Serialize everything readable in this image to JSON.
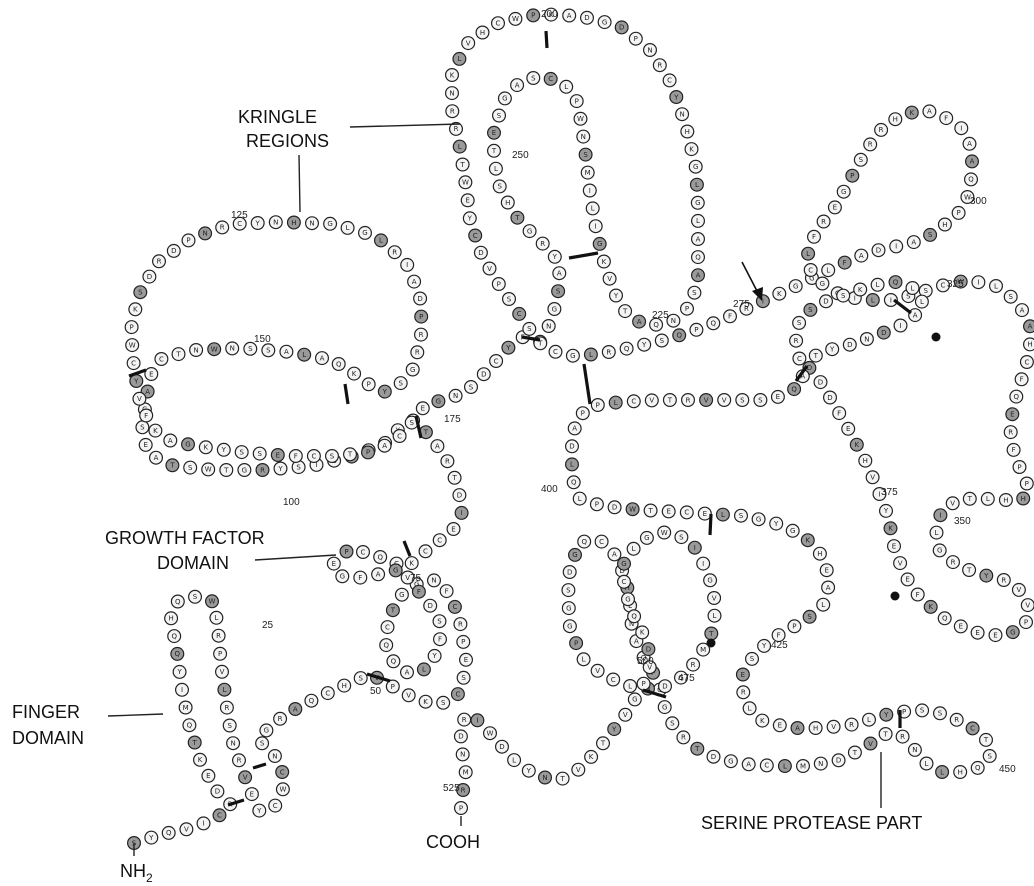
{
  "labels": {
    "kringle": [
      "KRINGLE",
      "REGIONS"
    ],
    "growth_factor": [
      "GROWTH FACTOR",
      "DOMAIN"
    ],
    "finger": [
      "FINGER",
      "DOMAIN"
    ],
    "serine_protease": "SERINE PROTEASE PART",
    "c_terminus": "COOH",
    "n_terminus": "NH",
    "n_terminus_sub": "2"
  },
  "residue_numbers": [
    "25",
    "50",
    "75",
    "100",
    "125",
    "150",
    "175",
    "200",
    "225",
    "250",
    "275",
    "300",
    "325",
    "350",
    "375",
    "400",
    "425",
    "450",
    "475",
    "500",
    "525"
  ],
  "residues": "SYQVICRDEKTQMIYQQHQSWLRPVLRSNRVEYCWCNSGRAQCHSVPVKSCSEPRCFNGGTCQQALYFSDFVCQCPEGFAGKCCEIDTRATCYEDQGISYRGTWSTAESGAECTNWNSSALAQKPYSGRRPDAIRLGLGNHNYCRNPDRDSKPWCYVFKAGKYSSEFCSTPACSEGNSDCYFGNGSAYRGTHSLTESGASCLPWNSMILIGKVYTAQNPSAQALGLGKHNYCRNPDGDAKPWCHVLKNRRLTWEYCDVPSCSTCGLRQYSQPQFRIKGGLFADIASHPWQAAIFAKHRRSPGERFLCGGILISSCWILSAAHCFQERFPPHHLTVILGRTYRVVPGEEEQKFEVEKYIVHKEFDDDTYDNDIALLQLKSDSSRCAQESSVVRTVCLPPADLQLPDWTECELSGYGKHEALSPFYSERLKEAHVRLYPSSRCTSQHLLNRTVTDNMLCAGDTRSGGPQANLHDACQGDSGGPLVCLNDGRMTLVGIISWGLGCGQKDVPGVYTKVTNYLDWIRDNMRP"
}
